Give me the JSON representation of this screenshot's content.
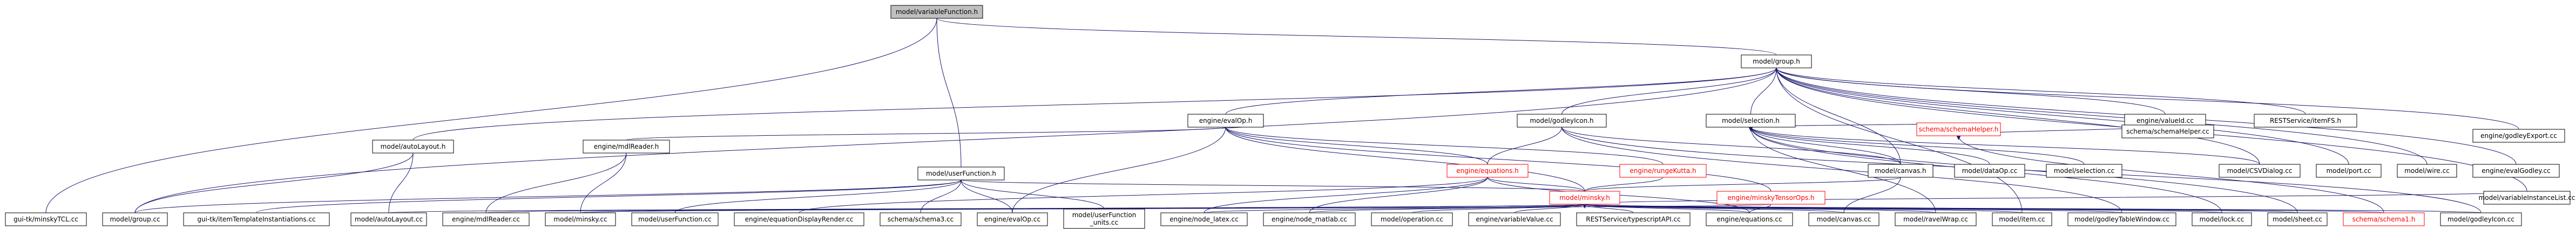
{
  "nodes": [
    {
      "id": "root",
      "label": "model/variableFunction.h",
      "style": "root"
    },
    {
      "id": "group_h",
      "label": "model/group.h"
    },
    {
      "id": "evalOp_h",
      "label": "engine/evalOp.h"
    },
    {
      "id": "godleyIcon_h",
      "label": "model/godleyIcon.h"
    },
    {
      "id": "selection_h",
      "label": "model/selection.h"
    },
    {
      "id": "valueId_cc",
      "label": "engine/valueId.cc"
    },
    {
      "id": "restservice_itemfs",
      "label": "RESTService/itemFS.h"
    },
    {
      "id": "equations_h",
      "label": "engine/equations.h",
      "style": "red"
    },
    {
      "id": "rungeKutta_h",
      "label": "engine/rungeKutta.h",
      "style": "red"
    },
    {
      "id": "canvas_h",
      "label": "model/canvas.h"
    },
    {
      "id": "schemaHelper_h",
      "label": "schema/schemaHelper.h",
      "style": "red"
    },
    {
      "id": "dataOp_cc",
      "label": "model/dataOp.cc"
    },
    {
      "id": "selection_cc",
      "label": "model/selection.cc"
    },
    {
      "id": "csvdialog_cc",
      "label": "model/CSVDialog.cc"
    },
    {
      "id": "port_cc",
      "label": "model/port.cc"
    },
    {
      "id": "wire_cc",
      "label": "model/wire.cc"
    },
    {
      "id": "evalGodley_cc",
      "label": "engine/evalGodley.cc"
    },
    {
      "id": "godleyExport_cc",
      "label": "engine/godleyExport.cc"
    },
    {
      "id": "schemaHelper_cc",
      "label": "schema/schemaHelper.cc"
    },
    {
      "id": "autoLayout_h",
      "label": "model/autoLayout.h"
    },
    {
      "id": "mdlReader_h",
      "label": "engine/mdlReader.h"
    },
    {
      "id": "minsky_h",
      "label": "model/minsky.h",
      "style": "red"
    },
    {
      "id": "minskyTensorOps_h",
      "label": "engine/minskyTensorOps.h",
      "style": "red"
    },
    {
      "id": "userFunction_h",
      "label": "model/userFunction.h"
    },
    {
      "id": "gui_minskyTCL_cc",
      "label": "gui-tk/minskyTCL.cc"
    },
    {
      "id": "group_cc",
      "label": "model/group.cc"
    },
    {
      "id": "gui_itemTemplate_cc",
      "label": "gui-tk/itemTemplateInstantiations.cc"
    },
    {
      "id": "autoLayout_cc",
      "label": "model/autoLayout.cc"
    },
    {
      "id": "mdlReader_cc",
      "label": "engine/mdlReader.cc"
    },
    {
      "id": "minsky_cc",
      "label": "model/minsky.cc"
    },
    {
      "id": "userFunction_cc",
      "label": "model/userFunction.cc"
    },
    {
      "id": "eqDisplayRender_cc",
      "label": "engine/equationDisplayRender.cc"
    },
    {
      "id": "schema3_cc",
      "label": "schema/schema3.cc"
    },
    {
      "id": "evalOp_cc",
      "label": "engine/evalOp.cc"
    },
    {
      "id": "userFunction_units_cc",
      "label": "model/userFunction\n_units.cc"
    },
    {
      "id": "node_latex_cc",
      "label": "engine/node_latex.cc"
    },
    {
      "id": "node_matlab_cc",
      "label": "engine/node_matlab.cc"
    },
    {
      "id": "operation_cc",
      "label": "model/operation.cc"
    },
    {
      "id": "variableValue_cc",
      "label": "engine/variableValue.cc"
    },
    {
      "id": "restservice_typescript_cc",
      "label": "RESTService/typescriptAPI.cc"
    },
    {
      "id": "equations_cc",
      "label": "engine/equations.cc"
    },
    {
      "id": "canvas_cc",
      "label": "model/canvas.cc"
    },
    {
      "id": "ravelWrap_cc",
      "label": "model/ravelWrap.cc"
    },
    {
      "id": "item_cc",
      "label": "model/item.cc"
    },
    {
      "id": "godleyTableWindow_cc",
      "label": "model/godleyTableWindow.cc"
    },
    {
      "id": "lock_cc",
      "label": "model/lock.cc"
    },
    {
      "id": "sheet_cc",
      "label": "model/sheet.cc"
    },
    {
      "id": "schema1_h",
      "label": "schema/schema1.h",
      "style": "red"
    },
    {
      "id": "godleyIcon_cc",
      "label": "model/godleyIcon.cc"
    },
    {
      "id": "variableInstanceList_cc",
      "label": "model/variableInstanceList.cc"
    }
  ],
  "edges": [
    [
      "root",
      "group_h"
    ],
    [
      "root",
      "userFunction_h"
    ],
    [
      "root",
      "gui_minskyTCL_cc"
    ],
    [
      "group_h",
      "evalOp_h"
    ],
    [
      "group_h",
      "godleyIcon_h"
    ],
    [
      "group_h",
      "selection_h"
    ],
    [
      "group_h",
      "valueId_cc"
    ],
    [
      "group_h",
      "restservice_itemfs"
    ],
    [
      "group_h",
      "canvas_h"
    ],
    [
      "group_h",
      "autoLayout_h"
    ],
    [
      "group_h",
      "group_cc"
    ],
    [
      "group_h",
      "csvdialog_cc"
    ],
    [
      "group_h",
      "port_cc"
    ],
    [
      "group_h",
      "wire_cc"
    ],
    [
      "group_h",
      "evalGodley_cc"
    ],
    [
      "group_h",
      "godleyExport_cc"
    ],
    [
      "group_h",
      "variableInstanceList_cc"
    ],
    [
      "group_h",
      "item_cc"
    ],
    [
      "evalOp_h",
      "equations_h"
    ],
    [
      "evalOp_h",
      "rungeKutta_h"
    ],
    [
      "evalOp_h",
      "minsky_h"
    ],
    [
      "evalOp_h",
      "minskyTensorOps_h"
    ],
    [
      "evalOp_h",
      "evalOp_cc"
    ],
    [
      "evalOp_h",
      "mdlReader_h"
    ],
    [
      "godleyIcon_h",
      "canvas_h"
    ],
    [
      "godleyIcon_h",
      "equations_h"
    ],
    [
      "godleyIcon_h",
      "godleyIcon_cc"
    ],
    [
      "godleyIcon_h",
      "godleyTableWindow_cc"
    ],
    [
      "selection_h",
      "canvas_h"
    ],
    [
      "selection_h",
      "dataOp_cc"
    ],
    [
      "selection_h",
      "selection_cc"
    ],
    [
      "selection_h",
      "schemaHelper_h"
    ],
    [
      "selection_h",
      "csvdialog_cc"
    ],
    [
      "selection_h",
      "sheet_cc"
    ],
    [
      "selection_h",
      "lock_cc"
    ],
    [
      "selection_h",
      "ravelWrap_cc"
    ],
    [
      "equations_h",
      "minsky_h"
    ],
    [
      "equations_h",
      "node_latex_cc"
    ],
    [
      "equations_h",
      "node_matlab_cc"
    ],
    [
      "equations_h",
      "equations_cc"
    ],
    [
      "equations_h",
      "eqDisplayRender_cc"
    ],
    [
      "rungeKutta_h",
      "minsky_h"
    ],
    [
      "canvas_h",
      "minsky_h"
    ],
    [
      "canvas_h",
      "canvas_cc"
    ],
    [
      "schemaHelper_h",
      "schemaHelper_cc"
    ],
    [
      "schemaHelper_h",
      "schema1_h"
    ],
    [
      "autoLayout_h",
      "autoLayout_cc"
    ],
    [
      "autoLayout_h",
      "group_cc"
    ],
    [
      "mdlReader_h",
      "mdlReader_cc"
    ],
    [
      "mdlReader_h",
      "minsky_cc"
    ],
    [
      "userFunction_h",
      "gui_itemTemplate_cc"
    ],
    [
      "userFunction_h",
      "userFunction_cc"
    ],
    [
      "userFunction_h",
      "schema3_cc"
    ],
    [
      "userFunction_h",
      "evalOp_cc"
    ],
    [
      "userFunction_h",
      "userFunction_units_cc"
    ],
    [
      "userFunction_h",
      "minsky_h"
    ],
    [
      "userFunction_h",
      "group_cc"
    ],
    [
      "minsky_h",
      "minsky_cc"
    ],
    [
      "minsky_h",
      "node_latex_cc"
    ],
    [
      "minsky_h",
      "node_matlab_cc"
    ],
    [
      "minsky_h",
      "operation_cc"
    ],
    [
      "minsky_h",
      "variableValue_cc"
    ],
    [
      "minsky_h",
      "restservice_typescript_cc"
    ],
    [
      "minsky_h",
      "equations_cc"
    ],
    [
      "minsky_h",
      "canvas_cc"
    ],
    [
      "minsky_h",
      "ravelWrap_cc"
    ],
    [
      "minsky_h",
      "item_cc"
    ],
    [
      "minsky_h",
      "godleyTableWindow_cc"
    ],
    [
      "minsky_h",
      "lock_cc"
    ],
    [
      "minsky_h",
      "sheet_cc"
    ],
    [
      "minsky_h",
      "schema1_h"
    ],
    [
      "minsky_h",
      "godleyIcon_cc"
    ],
    [
      "minsky_h",
      "variableInstanceList_cc"
    ],
    [
      "minsky_h",
      "autoLayout_cc"
    ],
    [
      "minsky_h",
      "mdlReader_cc"
    ],
    [
      "minskyTensorOps_h",
      "minsky_cc"
    ],
    [
      "minskyTensorOps_h",
      "equations_cc"
    ]
  ]
}
